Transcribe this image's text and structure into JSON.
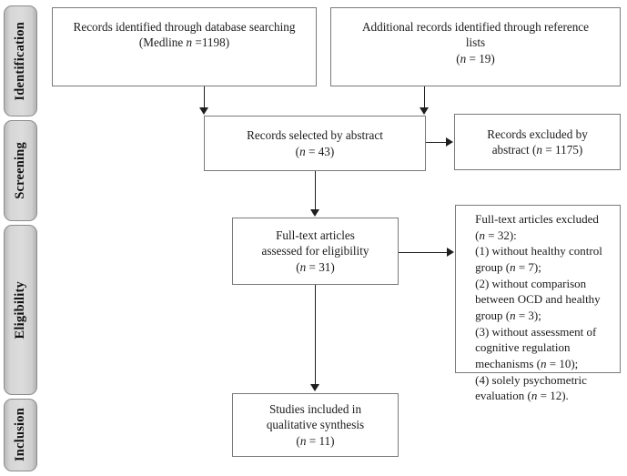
{
  "diagram": {
    "title": "PRISMA study selection flow diagram",
    "colors": {
      "box_border": "#7a7a7a",
      "connector": "#1f1f1f",
      "phase_fill": "#dcdcdc",
      "phase_border": "#8c8c8c",
      "background": "#ffffff"
    }
  },
  "phases": [
    {
      "id": "identification",
      "label": "Identification"
    },
    {
      "id": "screening",
      "label": "Screening"
    },
    {
      "id": "eligibility",
      "label": "Eligibility"
    },
    {
      "id": "inclusion",
      "label": "Inclusion"
    }
  ],
  "boxes": {
    "database_records": {
      "id": "records-identified-database",
      "text": "Records identified through database searching\n(Medline n =1198)",
      "n": 1198,
      "source": "Medline"
    },
    "reference_records": {
      "id": "additional-records-reference-lists",
      "text": "Additional records identified through reference\nlists\n(n = 19)",
      "n": 19
    },
    "records_selected": {
      "id": "records-selected-by-abstract",
      "text": "Records selected by abstract\n(n = 43)",
      "n": 43
    },
    "records_excluded": {
      "id": "records-excluded-by-abstract",
      "text": "Records excluded by\nabstract (n = 1175)",
      "n": 1175
    },
    "fulltext_assessed": {
      "id": "full-text-articles-assessed",
      "text": "Full-text articles\nassessed for eligibility\n(n = 31)",
      "n": 31
    },
    "fulltext_excluded": {
      "id": "full-text-articles-excluded",
      "text": "Full-text articles excluded\n(n = 32):\n(1) without healthy control\ngroup (n = 7);\n(2) without comparison\nbetween OCD and healthy\ngroup (n = 3);\n(3) without assessment of\ncognitive regulation\nmechanisms (n = 10);\n(4) solely psychometric\nevaluation (n = 12).",
      "n": 32,
      "reasons": [
        {
          "index": "(1)",
          "reason": "without healthy control group",
          "n": 7
        },
        {
          "index": "(2)",
          "reason": "without comparison between OCD and healthy group",
          "n": 3
        },
        {
          "index": "(3)",
          "reason": "without assessment of cognitive regulation mechanisms",
          "n": 10
        },
        {
          "index": "(4)",
          "reason": "solely psychometric evaluation",
          "n": 12
        }
      ]
    },
    "studies_included": {
      "id": "studies-included-qualitative-synthesis",
      "text": "Studies included in\nqualitative synthesis\n(n = 11)",
      "n": 11
    }
  }
}
